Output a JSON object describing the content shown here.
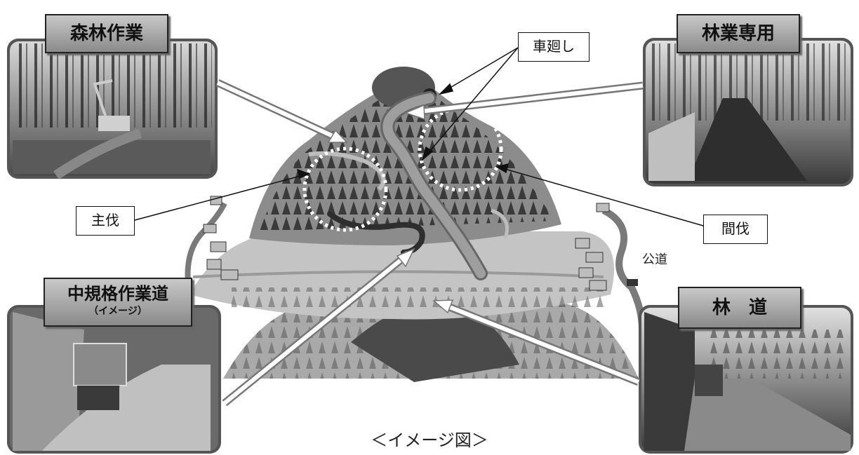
{
  "photos": {
    "forest_work": {
      "title": "森林作業"
    },
    "dedicated_forestry_road": {
      "title": "林業専用"
    },
    "medium_standard_work_road": {
      "title": "中規格作業道",
      "subtitle": "（イメージ）"
    },
    "forest_road": {
      "title": "林　道"
    }
  },
  "labels": {
    "turnaround": "車廻し",
    "final_cutting": "主伐",
    "thinning": "間伐",
    "public_road": "公道"
  },
  "caption": "＜イメージ図＞"
}
